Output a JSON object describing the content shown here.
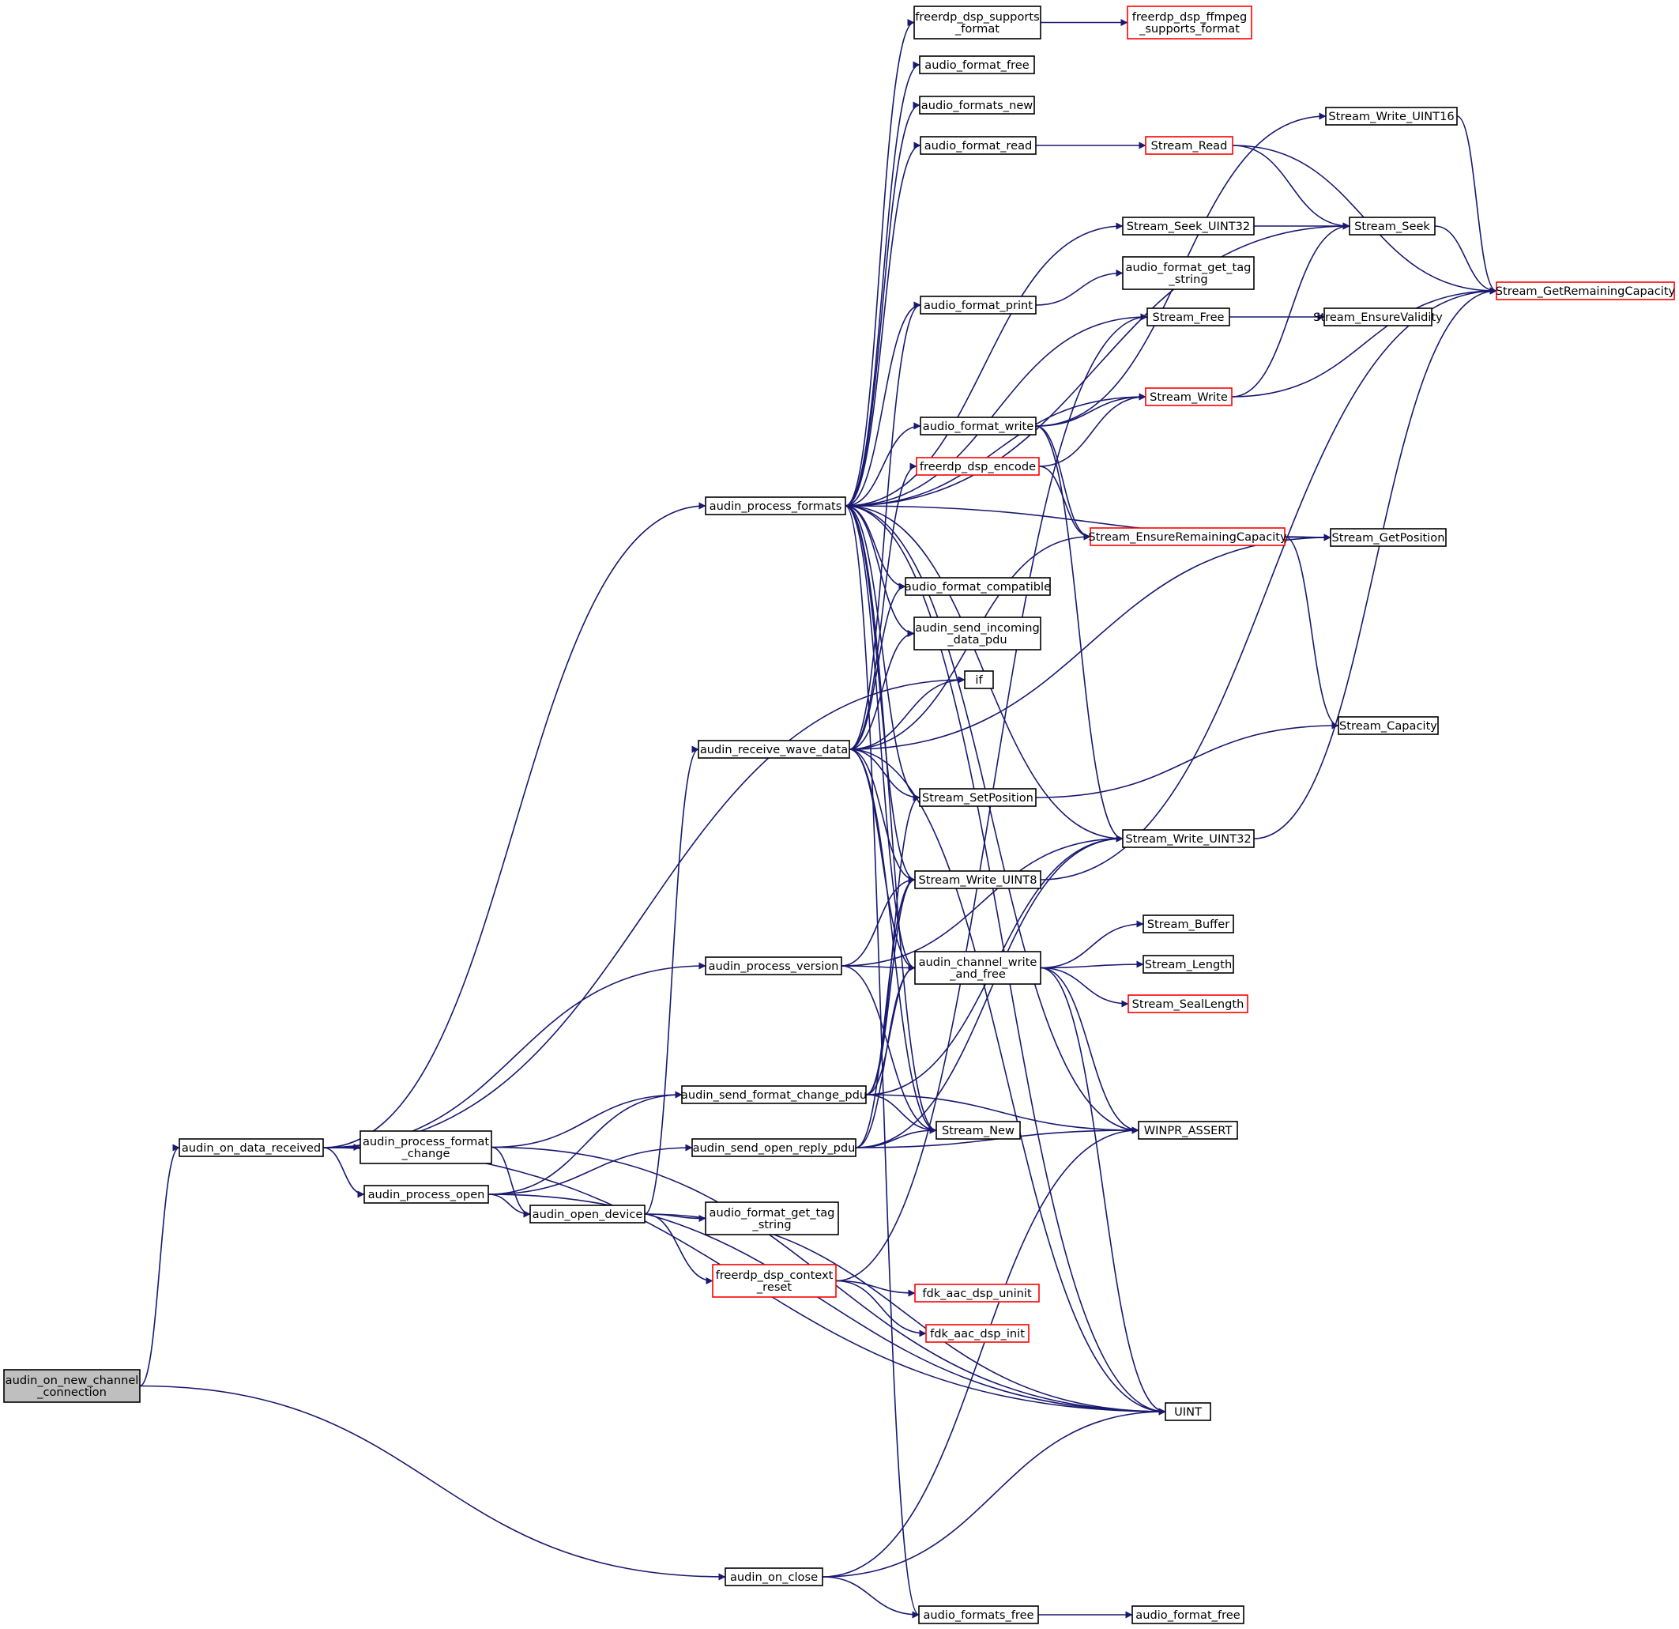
{
  "graph": {
    "nodes": [
      {
        "id": "n0",
        "lines": [
          "audin_on_new_channel",
          "_connection"
        ],
        "root": true
      },
      {
        "id": "n1",
        "lines": [
          "audin_on_data_received"
        ]
      },
      {
        "id": "n2",
        "lines": [
          "audin_on_close"
        ]
      },
      {
        "id": "n3",
        "lines": [
          "audin_process_formats"
        ]
      },
      {
        "id": "n4",
        "lines": [
          "audin_receive_wave_data"
        ]
      },
      {
        "id": "n5",
        "lines": [
          "audin_process_version"
        ]
      },
      {
        "id": "n6",
        "lines": [
          "audin_process_format",
          "_change"
        ]
      },
      {
        "id": "n7",
        "lines": [
          "audin_process_open"
        ]
      },
      {
        "id": "n8",
        "lines": [
          "audin_send_format_change_pdu"
        ]
      },
      {
        "id": "n9",
        "lines": [
          "audin_send_open_reply_pdu"
        ]
      },
      {
        "id": "n10",
        "lines": [
          "audin_open_device"
        ]
      },
      {
        "id": "n11",
        "lines": [
          "freerdp_dsp_supports",
          "_format"
        ]
      },
      {
        "id": "n12",
        "lines": [
          "audio_format_free"
        ]
      },
      {
        "id": "n13",
        "lines": [
          "audio_formats_new"
        ]
      },
      {
        "id": "n14",
        "lines": [
          "audio_format_read"
        ]
      },
      {
        "id": "n15",
        "lines": [
          "audio_format_print"
        ]
      },
      {
        "id": "n16",
        "lines": [
          "audio_format_write"
        ]
      },
      {
        "id": "n17",
        "lines": [
          "freerdp_dsp_encode"
        ],
        "red": true
      },
      {
        "id": "n18",
        "lines": [
          "audio_format_compatible"
        ]
      },
      {
        "id": "n19",
        "lines": [
          "audin_send_incoming",
          "_data_pdu"
        ]
      },
      {
        "id": "n20",
        "lines": [
          "if"
        ]
      },
      {
        "id": "n21",
        "lines": [
          "Stream_SetPosition"
        ]
      },
      {
        "id": "n22",
        "lines": [
          "Stream_Write_UINT8"
        ]
      },
      {
        "id": "n23",
        "lines": [
          "audin_channel_write",
          "_and_free"
        ]
      },
      {
        "id": "n24",
        "lines": [
          "Stream_New"
        ]
      },
      {
        "id": "n25",
        "lines": [
          "audio_format_get_tag",
          "_string"
        ]
      },
      {
        "id": "n26",
        "lines": [
          "freerdp_dsp_context",
          "_reset"
        ],
        "red": true
      },
      {
        "id": "n27",
        "lines": [
          "fdk_aac_dsp_uninit"
        ],
        "red": true
      },
      {
        "id": "n28",
        "lines": [
          "fdk_aac_dsp_init"
        ],
        "red": true
      },
      {
        "id": "n29",
        "lines": [
          "audio_formats_free"
        ]
      },
      {
        "id": "n30",
        "lines": [
          "freerdp_dsp_ffmpeg",
          "_supports_format"
        ],
        "red": true
      },
      {
        "id": "n31",
        "lines": [
          "Stream_Read"
        ],
        "red": true
      },
      {
        "id": "n32",
        "lines": [
          "Stream_Seek_UINT32"
        ]
      },
      {
        "id": "n33",
        "lines": [
          "audio_format_get_tag",
          "_string"
        ]
      },
      {
        "id": "n34",
        "lines": [
          "Stream_Free"
        ]
      },
      {
        "id": "n35",
        "lines": [
          "Stream_Write"
        ],
        "red": true
      },
      {
        "id": "n36",
        "lines": [
          "Stream_EnsureRemainingCapacity"
        ],
        "red": true
      },
      {
        "id": "n37",
        "lines": [
          "Stream_Write_UINT32"
        ]
      },
      {
        "id": "n38",
        "lines": [
          "Stream_Buffer"
        ]
      },
      {
        "id": "n39",
        "lines": [
          "Stream_Length"
        ]
      },
      {
        "id": "n40",
        "lines": [
          "Stream_SealLength"
        ],
        "red": true
      },
      {
        "id": "n41",
        "lines": [
          "WINPR_ASSERT"
        ]
      },
      {
        "id": "n42",
        "lines": [
          "UINT"
        ]
      },
      {
        "id": "n43",
        "lines": [
          "audio_format_free"
        ]
      },
      {
        "id": "n44",
        "lines": [
          "Stream_Write_UINT16"
        ]
      },
      {
        "id": "n45",
        "lines": [
          "Stream_Seek"
        ]
      },
      {
        "id": "n46",
        "lines": [
          "Stream_EnsureValidity"
        ]
      },
      {
        "id": "n47",
        "lines": [
          "Stream_GetPosition"
        ]
      },
      {
        "id": "n48",
        "lines": [
          "Stream_Capacity"
        ]
      },
      {
        "id": "n49",
        "lines": [
          "Stream_GetRemainingCapacity"
        ],
        "red": true
      }
    ],
    "edges": [
      [
        "n0",
        "n1"
      ],
      [
        "n0",
        "n2"
      ],
      [
        "n1",
        "n3"
      ],
      [
        "n1",
        "n5"
      ],
      [
        "n1",
        "n6"
      ],
      [
        "n1",
        "n7"
      ],
      [
        "n1",
        "n20"
      ],
      [
        "n1",
        "n42"
      ],
      [
        "n2",
        "n29"
      ],
      [
        "n2",
        "n41"
      ],
      [
        "n2",
        "n42"
      ],
      [
        "n3",
        "n11"
      ],
      [
        "n3",
        "n12"
      ],
      [
        "n3",
        "n13"
      ],
      [
        "n3",
        "n14"
      ],
      [
        "n3",
        "n15"
      ],
      [
        "n3",
        "n16"
      ],
      [
        "n3",
        "n18"
      ],
      [
        "n3",
        "n19"
      ],
      [
        "n3",
        "n21"
      ],
      [
        "n3",
        "n22"
      ],
      [
        "n3",
        "n23"
      ],
      [
        "n3",
        "n24"
      ],
      [
        "n3",
        "n29"
      ],
      [
        "n3",
        "n32"
      ],
      [
        "n3",
        "n34"
      ],
      [
        "n3",
        "n35"
      ],
      [
        "n3",
        "n37"
      ],
      [
        "n3",
        "n41"
      ],
      [
        "n3",
        "n42"
      ],
      [
        "n3",
        "n45"
      ],
      [
        "n3",
        "n47"
      ],
      [
        "n4",
        "n15"
      ],
      [
        "n4",
        "n17"
      ],
      [
        "n4",
        "n18"
      ],
      [
        "n4",
        "n19"
      ],
      [
        "n4",
        "n20"
      ],
      [
        "n4",
        "n21"
      ],
      [
        "n4",
        "n22"
      ],
      [
        "n4",
        "n23"
      ],
      [
        "n4",
        "n24"
      ],
      [
        "n4",
        "n36"
      ],
      [
        "n4",
        "n42"
      ],
      [
        "n4",
        "n47"
      ],
      [
        "n5",
        "n22"
      ],
      [
        "n5",
        "n23"
      ],
      [
        "n5",
        "n24"
      ],
      [
        "n5",
        "n37"
      ],
      [
        "n6",
        "n8"
      ],
      [
        "n6",
        "n10"
      ],
      [
        "n6",
        "n42"
      ],
      [
        "n7",
        "n8"
      ],
      [
        "n7",
        "n9"
      ],
      [
        "n7",
        "n10"
      ],
      [
        "n7",
        "n42"
      ],
      [
        "n8",
        "n21"
      ],
      [
        "n8",
        "n22"
      ],
      [
        "n8",
        "n23"
      ],
      [
        "n8",
        "n24"
      ],
      [
        "n8",
        "n37"
      ],
      [
        "n8",
        "n41"
      ],
      [
        "n9",
        "n22"
      ],
      [
        "n9",
        "n23"
      ],
      [
        "n9",
        "n24"
      ],
      [
        "n9",
        "n37"
      ],
      [
        "n9",
        "n41"
      ],
      [
        "n10",
        "n4"
      ],
      [
        "n10",
        "n25"
      ],
      [
        "n10",
        "n26"
      ],
      [
        "n10",
        "n42"
      ],
      [
        "n11",
        "n30"
      ],
      [
        "n14",
        "n31"
      ],
      [
        "n15",
        "n33"
      ],
      [
        "n16",
        "n35"
      ],
      [
        "n16",
        "n36"
      ],
      [
        "n16",
        "n37"
      ],
      [
        "n16",
        "n44"
      ],
      [
        "n17",
        "n35"
      ],
      [
        "n17",
        "n36"
      ],
      [
        "n21",
        "n48"
      ],
      [
        "n22",
        "n49"
      ],
      [
        "n23",
        "n38"
      ],
      [
        "n23",
        "n39"
      ],
      [
        "n23",
        "n40"
      ],
      [
        "n23",
        "n41"
      ],
      [
        "n23",
        "n42"
      ],
      [
        "n26",
        "n27"
      ],
      [
        "n26",
        "n28"
      ],
      [
        "n26",
        "n34"
      ],
      [
        "n29",
        "n43"
      ],
      [
        "n31",
        "n45"
      ],
      [
        "n31",
        "n49"
      ],
      [
        "n32",
        "n45"
      ],
      [
        "n34",
        "n46"
      ],
      [
        "n35",
        "n45"
      ],
      [
        "n35",
        "n49"
      ],
      [
        "n36",
        "n47"
      ],
      [
        "n36",
        "n48"
      ],
      [
        "n37",
        "n49"
      ],
      [
        "n44",
        "n49"
      ],
      [
        "n45",
        "n49"
      ]
    ]
  }
}
